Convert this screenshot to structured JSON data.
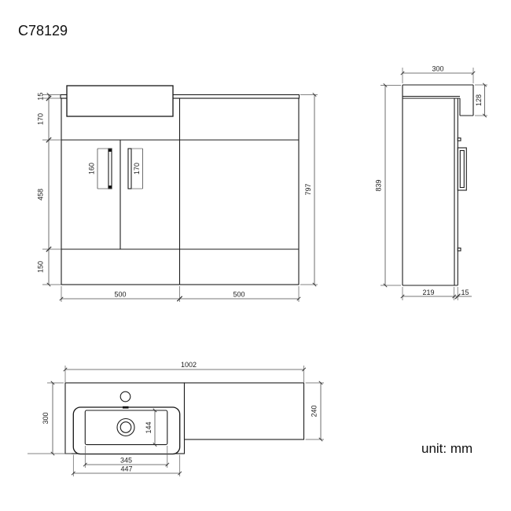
{
  "title": "C78129",
  "unit_note": "unit: mm",
  "colors": {
    "line": "#1d1d1d",
    "dimension": "#4a4a4a",
    "background": "#ffffff"
  },
  "front_view": {
    "label": "front-elevation",
    "dims": {
      "worktop_thickness": "15",
      "upper_band_height": "170",
      "door_height": "458",
      "plinth_height": "150",
      "total_height": "797",
      "vanity_width": "500",
      "wc_width": "500",
      "left_handle_length": "160",
      "right_handle_length": "170"
    }
  },
  "side_view": {
    "label": "side-elevation",
    "dims": {
      "total_depth": "300",
      "basin_drop": "128",
      "total_height": "839",
      "cabinet_depth": "219",
      "door_thickness": "15"
    }
  },
  "plan_view": {
    "label": "plan-view",
    "dims": {
      "total_width": "1002",
      "basin_depth": "300",
      "worktop_depth": "240",
      "bowl_inner_width": "345",
      "basin_width": "447",
      "bowl_inner_depth": "144"
    }
  }
}
